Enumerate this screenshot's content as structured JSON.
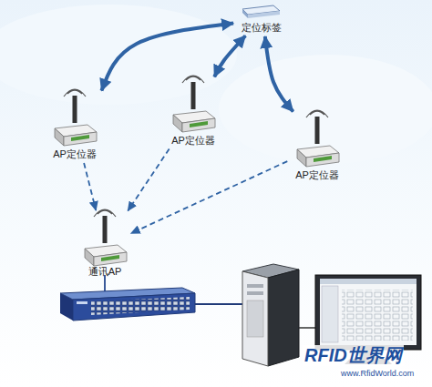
{
  "diagram": {
    "nodes": [
      {
        "text": [
          "定位标签"
        ]
      },
      {
        "text": [
          "AP定位器"
        ]
      },
      {
        "text": [
          "AP定位器"
        ]
      },
      {
        "text": [
          "AP定位器"
        ]
      },
      {
        "text": [
          "通讯AP"
        ]
      }
    ],
    "edges": [
      {
        "from": 1,
        "to": 0,
        "arrow": "both"
      },
      {
        "from": 2,
        "to": 0,
        "arrow": "both"
      },
      {
        "from": 3,
        "to": 0,
        "arrow": "both"
      },
      {
        "from": 1,
        "to": 4,
        "arrow": "to"
      },
      {
        "from": 2,
        "to": 4,
        "arrow": "to"
      },
      {
        "from": 3,
        "to": 4,
        "arrow": "to"
      }
    ],
    "labels": [
      "RFID世界网",
      "www.RfidWorld.com"
    ]
  }
}
